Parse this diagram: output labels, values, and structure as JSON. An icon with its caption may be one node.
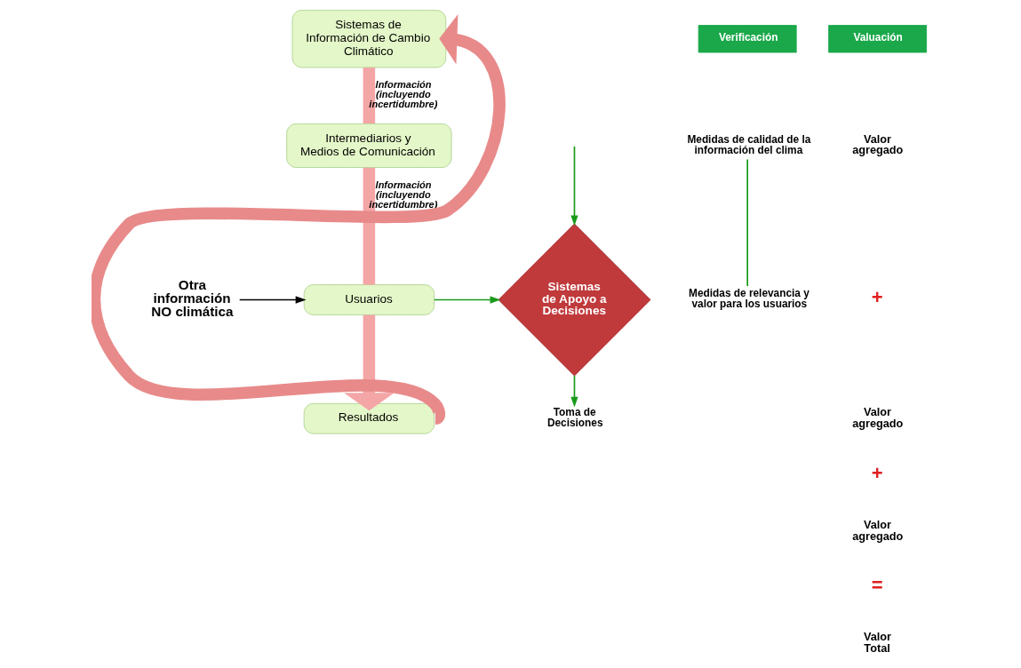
{
  "diagram": {
    "nodes": [
      {
        "text": [
          "Sistemas de Información de Cambio Climático"
        ]
      },
      {
        "text": [
          "Intermediarios y Medios de Comunicación"
        ]
      },
      {
        "text": [
          "Usuarios"
        ]
      },
      {
        "text": [
          "Resultados"
        ]
      },
      {
        "text": [
          "Sistemas de Apoyo a Decisiones"
        ]
      },
      {
        "text": [
          "Otra información NO climática"
        ]
      },
      {
        "text": [
          "Toma de Decisiones"
        ]
      },
      {
        "text": [
          "Verificación"
        ]
      },
      {
        "text": [
          "Valuación"
        ]
      },
      {
        "text": [
          "Medidas de calidad de la información del clima"
        ]
      },
      {
        "text": [
          "Medidas de relevancia y valor para los usuarios"
        ]
      }
    ],
    "edges": [
      {
        "from": 0,
        "to": 1,
        "arrow": "none",
        "label": "Información (incluyendo incertidumbre)",
        "style": "thick",
        "color": "#f4a6a6"
      },
      {
        "from": 1,
        "to": 2,
        "arrow": "none",
        "label": "Información (incluyendo incertidumbre)",
        "style": "thick",
        "color": "#f4a6a6"
      },
      {
        "from": 2,
        "to": 3,
        "arrow": "to",
        "style": "thick",
        "color": "#f4a6a6"
      },
      {
        "from": 3,
        "to": 0,
        "arrow": "to",
        "style": "thick",
        "color": "#e88a8a"
      },
      {
        "from": null,
        "to": 4,
        "arrow": "to",
        "color": "#1a9a1a"
      },
      {
        "from": 2,
        "to": 4,
        "arrow": "to",
        "color": "#1a9a1a"
      },
      {
        "from": 4,
        "to": 6,
        "arrow": "to",
        "color": "#1a9a1a"
      },
      {
        "from": 5,
        "to": 2,
        "arrow": "to",
        "color": "#000000"
      },
      {
        "from": 9,
        "to": 10,
        "arrow": "none",
        "color": "#1a9a1a"
      }
    ],
    "labels": [
      "Valor agregado",
      "+",
      "Valor agregado",
      "+",
      "Valor agregado",
      "=",
      "Valor Total"
    ]
  }
}
